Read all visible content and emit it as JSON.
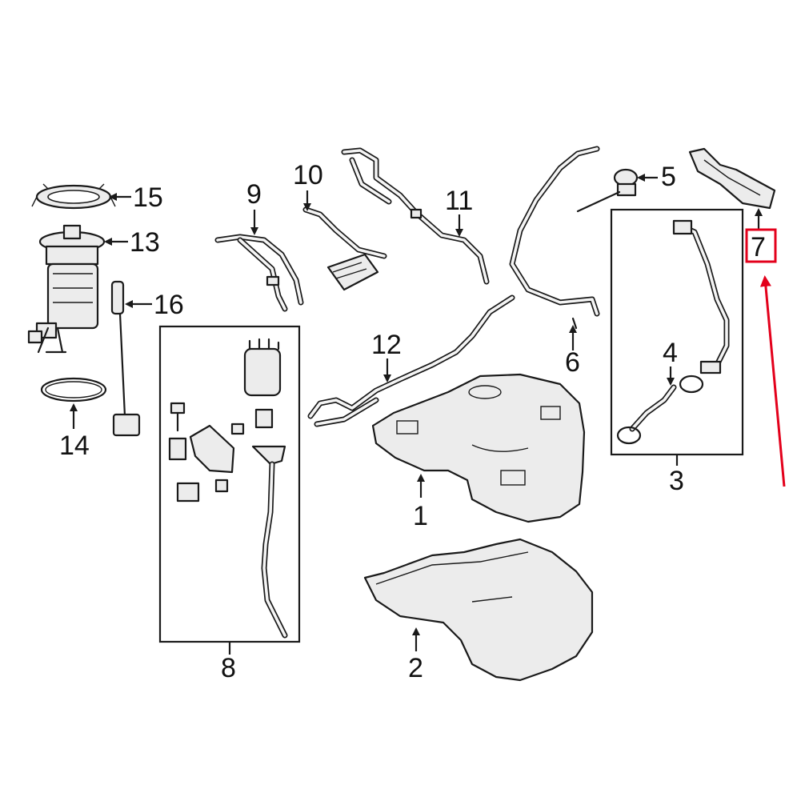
{
  "callouts": {
    "c1": "1",
    "c2": "2",
    "c3": "3",
    "c4": "4",
    "c5": "5",
    "c6": "6",
    "c7": "7",
    "c8": "8",
    "c9": "9",
    "c10": "10",
    "c11": "11",
    "c12": "12",
    "c13": "13",
    "c14": "14",
    "c15": "15",
    "c16": "16"
  },
  "colors": {
    "line": "#1a1a1a",
    "highlight": "#e3001b"
  }
}
